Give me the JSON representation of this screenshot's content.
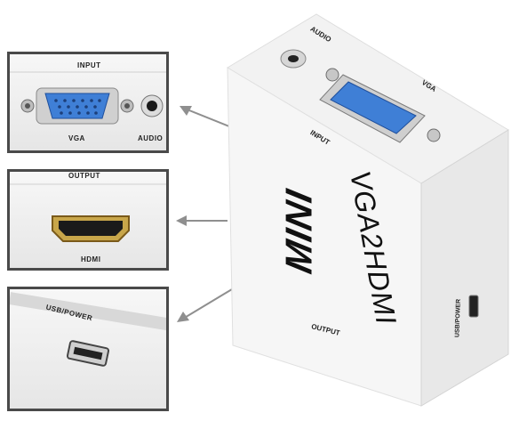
{
  "panels": {
    "input": {
      "section_label": "INPUT",
      "vga_label": "VGA",
      "audio_label": "AUDIO"
    },
    "output": {
      "section_label": "OUTPUT",
      "hdmi_label": "HDMI"
    },
    "power": {
      "usb_label": "USB/POWER"
    }
  },
  "product": {
    "brand": "MINI",
    "model": "VGA2HDMI",
    "top_audio_label": "AUDIO",
    "top_vga_label": "VGA",
    "input_label": "INPUT",
    "output_label": "OUTPUT",
    "side_usb_label": "USB/POWER"
  },
  "colors": {
    "body_white": "#f4f4f4",
    "vga_blue": "#3f7fd6",
    "panel_border": "#4a4a4a",
    "arrow_gray": "#8f8f8f"
  }
}
